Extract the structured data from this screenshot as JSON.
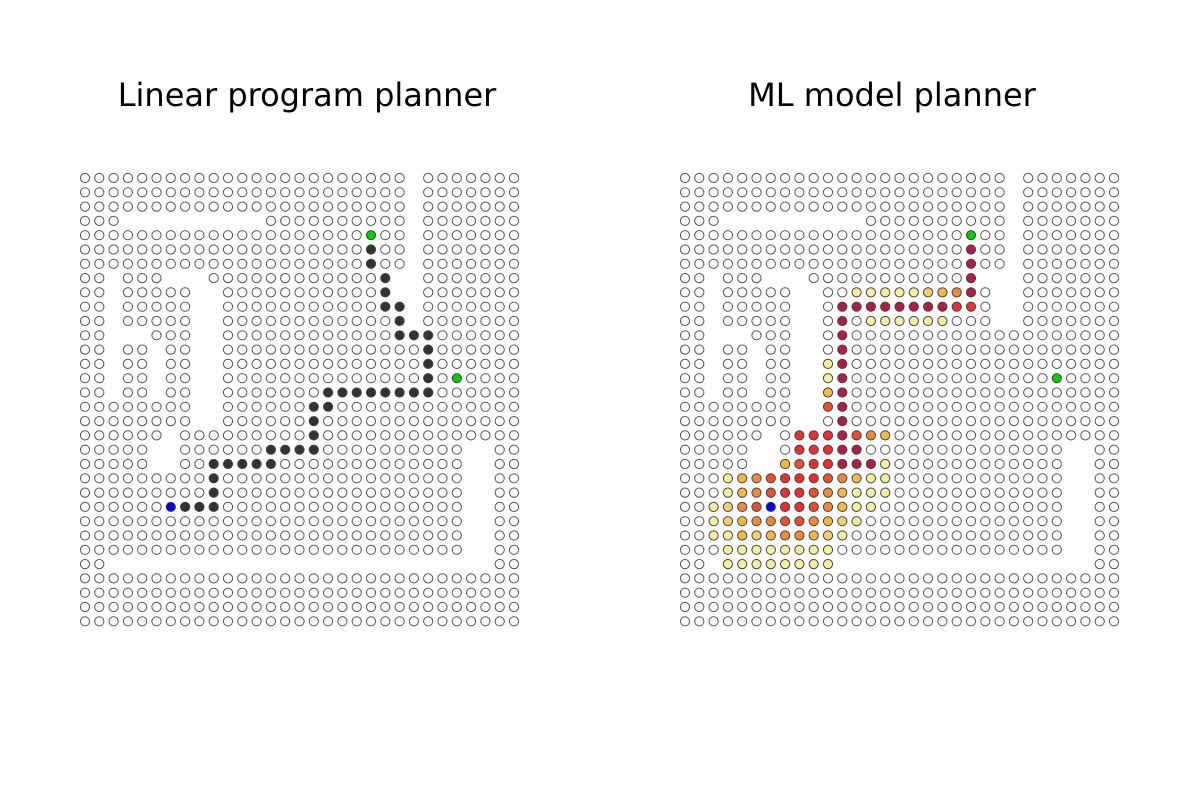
{
  "panels": [
    {
      "id": "left",
      "title": "Linear program planner",
      "start_color": "#0000ee",
      "goal_color": "#00cc00",
      "path_color": "#333333",
      "start": [
        23,
        6
      ],
      "goals": [
        [
          4,
          20
        ],
        [
          14,
          26
        ]
      ],
      "path": [
        [
          23,
          7
        ],
        [
          23,
          8
        ],
        [
          23,
          9
        ],
        [
          22,
          9
        ],
        [
          21,
          9
        ],
        [
          20,
          9
        ],
        [
          20,
          10
        ],
        [
          20,
          11
        ],
        [
          20,
          12
        ],
        [
          20,
          13
        ],
        [
          19,
          13
        ],
        [
          19,
          14
        ],
        [
          19,
          15
        ],
        [
          19,
          16
        ],
        [
          18,
          16
        ],
        [
          17,
          16
        ],
        [
          16,
          16
        ],
        [
          16,
          17
        ],
        [
          15,
          17
        ],
        [
          15,
          18
        ],
        [
          15,
          19
        ],
        [
          15,
          20
        ],
        [
          15,
          21
        ],
        [
          15,
          22
        ],
        [
          15,
          23
        ],
        [
          15,
          24
        ],
        [
          14,
          24
        ],
        [
          13,
          24
        ],
        [
          12,
          24
        ],
        [
          11,
          24
        ],
        [
          11,
          23
        ],
        [
          11,
          22
        ],
        [
          10,
          22
        ],
        [
          9,
          22
        ],
        [
          9,
          21
        ],
        [
          8,
          21
        ],
        [
          7,
          21
        ],
        [
          6,
          20
        ],
        [
          5,
          20
        ]
      ]
    },
    {
      "id": "right",
      "title": "ML model planner",
      "start_color": "#0000ee",
      "goal_color": "#00cc00",
      "start": [
        23,
        6
      ],
      "goals": [
        [
          4,
          20
        ],
        [
          14,
          26
        ]
      ],
      "heat": [
        [
          5,
          20,
          "#b01e46"
        ],
        [
          6,
          20,
          "#b01e46"
        ],
        [
          7,
          20,
          "#b01e46"
        ],
        [
          8,
          20,
          "#b01e46"
        ],
        [
          9,
          20,
          "#e83030"
        ],
        [
          8,
          19,
          "#f08a38"
        ],
        [
          9,
          19,
          "#e83030"
        ],
        [
          9,
          18,
          "#b01e46"
        ],
        [
          9,
          17,
          "#b01e46"
        ],
        [
          9,
          16,
          "#b01e46"
        ],
        [
          9,
          15,
          "#b01e46"
        ],
        [
          9,
          14,
          "#b01e46"
        ],
        [
          9,
          13,
          "#b01e46"
        ],
        [
          9,
          12,
          "#b01e46"
        ],
        [
          9,
          11,
          "#b01e46"
        ],
        [
          8,
          18,
          "#f5b942"
        ],
        [
          8,
          17,
          "#f6d070"
        ],
        [
          8,
          16,
          "#faf0a0"
        ],
        [
          8,
          15,
          "#faf0a0"
        ],
        [
          8,
          14,
          "#faf0a0"
        ],
        [
          8,
          13,
          "#faf0a0"
        ],
        [
          8,
          12,
          "#faf0a0"
        ],
        [
          10,
          13,
          "#faf0a0"
        ],
        [
          10,
          14,
          "#faf0a0"
        ],
        [
          10,
          15,
          "#faf0a0"
        ],
        [
          10,
          16,
          "#faf0a0"
        ],
        [
          10,
          17,
          "#faf0a0"
        ],
        [
          10,
          18,
          "#faf0a0"
        ],
        [
          9,
          11,
          "#b01e46"
        ],
        [
          10,
          11,
          "#b01e46"
        ],
        [
          11,
          11,
          "#b01e46"
        ],
        [
          12,
          11,
          "#b01e46"
        ],
        [
          13,
          11,
          "#b01e46"
        ],
        [
          14,
          11,
          "#b01e46"
        ],
        [
          15,
          11,
          "#b01e46"
        ],
        [
          16,
          11,
          "#b01e46"
        ],
        [
          17,
          11,
          "#b01e46"
        ],
        [
          18,
          11,
          "#b01e46"
        ],
        [
          19,
          11,
          "#b01e46"
        ],
        [
          20,
          11,
          "#b01e46"
        ],
        [
          13,
          10,
          "#faf0a0"
        ],
        [
          14,
          10,
          "#faf0a0"
        ],
        [
          15,
          10,
          "#f5b942"
        ],
        [
          16,
          10,
          "#e85030"
        ],
        [
          18,
          8,
          "#e83030"
        ],
        [
          18,
          9,
          "#e83030"
        ],
        [
          18,
          10,
          "#e83030"
        ],
        [
          18,
          12,
          "#e85030"
        ],
        [
          18,
          13,
          "#f08a38"
        ],
        [
          18,
          14,
          "#f5b942"
        ],
        [
          19,
          8,
          "#e83030"
        ],
        [
          19,
          9,
          "#e83030"
        ],
        [
          19,
          10,
          "#e83030"
        ],
        [
          19,
          12,
          "#b01e46"
        ],
        [
          20,
          7,
          "#f5b942"
        ],
        [
          20,
          8,
          "#e85030"
        ],
        [
          20,
          9,
          "#e83030"
        ],
        [
          20,
          10,
          "#e83030"
        ],
        [
          20,
          12,
          "#b01e46"
        ],
        [
          20,
          13,
          "#b01e46"
        ],
        [
          20,
          14,
          "#faf0a0"
        ],
        [
          21,
          3,
          "#faf0a0"
        ],
        [
          21,
          4,
          "#f5b942"
        ],
        [
          21,
          5,
          "#f08a38"
        ],
        [
          21,
          6,
          "#e85030"
        ],
        [
          21,
          7,
          "#e83030"
        ],
        [
          21,
          8,
          "#e83030"
        ],
        [
          21,
          9,
          "#e83030"
        ],
        [
          21,
          10,
          "#e85030"
        ],
        [
          21,
          11,
          "#f08a38"
        ],
        [
          21,
          12,
          "#f5b942"
        ],
        [
          21,
          13,
          "#faf0a0"
        ],
        [
          21,
          14,
          "#faf0a0"
        ],
        [
          22,
          3,
          "#faf0a0"
        ],
        [
          22,
          4,
          "#f5b942"
        ],
        [
          22,
          5,
          "#f08a38"
        ],
        [
          22,
          6,
          "#e85030"
        ],
        [
          22,
          7,
          "#e83030"
        ],
        [
          22,
          8,
          "#e83030"
        ],
        [
          22,
          9,
          "#e85030"
        ],
        [
          22,
          10,
          "#f08a38"
        ],
        [
          22,
          11,
          "#f5b942"
        ],
        [
          22,
          12,
          "#faf0a0"
        ],
        [
          22,
          13,
          "#faf0a0"
        ],
        [
          22,
          14,
          "#faf0a0"
        ],
        [
          23,
          2,
          "#faf0a0"
        ],
        [
          23,
          3,
          "#f6d070"
        ],
        [
          23,
          4,
          "#f08a38"
        ],
        [
          23,
          5,
          "#e85030"
        ],
        [
          23,
          7,
          "#e83030"
        ],
        [
          23,
          8,
          "#e83030"
        ],
        [
          23,
          9,
          "#e85030"
        ],
        [
          23,
          10,
          "#f08a38"
        ],
        [
          23,
          11,
          "#f5b942"
        ],
        [
          23,
          12,
          "#faf0a0"
        ],
        [
          23,
          13,
          "#faf0a0"
        ],
        [
          24,
          2,
          "#faf0a0"
        ],
        [
          24,
          3,
          "#f6d070"
        ],
        [
          24,
          4,
          "#f5b942"
        ],
        [
          24,
          5,
          "#f08a38"
        ],
        [
          24,
          6,
          "#f08a38"
        ],
        [
          24,
          7,
          "#e85030"
        ],
        [
          24,
          8,
          "#e85030"
        ],
        [
          24,
          9,
          "#f08a38"
        ],
        [
          24,
          10,
          "#f5b942"
        ],
        [
          24,
          11,
          "#f6d070"
        ],
        [
          24,
          12,
          "#faf0a0"
        ],
        [
          25,
          2,
          "#faf0a0"
        ],
        [
          25,
          3,
          "#faf0a0"
        ],
        [
          25,
          4,
          "#f5b942"
        ],
        [
          25,
          5,
          "#f6d070"
        ],
        [
          25,
          6,
          "#f5b942"
        ],
        [
          25,
          7,
          "#f08a38"
        ],
        [
          25,
          8,
          "#f08a38"
        ],
        [
          25,
          9,
          "#f5b942"
        ],
        [
          25,
          10,
          "#f6d070"
        ],
        [
          25,
          11,
          "#faf0a0"
        ],
        [
          26,
          3,
          "#faf0a0"
        ],
        [
          26,
          4,
          "#faf0a0"
        ],
        [
          26,
          5,
          "#faf0a0"
        ],
        [
          26,
          6,
          "#faf0a0"
        ],
        [
          26,
          7,
          "#faf0a0"
        ],
        [
          26,
          8,
          "#faf0a0"
        ],
        [
          26,
          9,
          "#faf0a0"
        ],
        [
          26,
          10,
          "#faf0a0"
        ],
        [
          27,
          3,
          "#faf0a0"
        ],
        [
          27,
          4,
          "#faf0a0"
        ],
        [
          27,
          5,
          "#faf0a0"
        ],
        [
          27,
          6,
          "#faf0a0"
        ],
        [
          27,
          7,
          "#faf0a0"
        ],
        [
          27,
          8,
          "#faf0a0"
        ],
        [
          27,
          9,
          "#faf0a0"
        ],
        [
          27,
          10,
          "#faf0a0"
        ]
      ]
    }
  ],
  "maze": [
    "1111111111111111111111101111111",
    "1111111111111111111111101111111",
    "1111111111111111111111101111111",
    "1110000000000111111111101111111",
    "1111111111111111111111101111111",
    "1111111111111111111111101111111",
    "1111111111111111111111101111111",
    "1101110001111111111110001111111",
    "1101111100111111111111001111111",
    "1101111100111111111111001111111",
    "1101111100111111111111001111111",
    "1100011100111111111111111111111",
    "1101101100111111111111111111111",
    "1101101100111111111111111111111",
    "1101101100111111111111111111111",
    "1101101100111111111111111111111",
    "1111111100111111111111111111111",
    "1111111100111111111111111111111",
    "1111110111111111111111111111111",
    "1111100111111111111111111110011",
    "1111100111111111111111111110011",
    "1111111111111111111111111110011",
    "1111111111111111111111111110011",
    "1111111111111111111111111110011",
    "1111111111111111111111111110011",
    "1111111111111111111111111110011",
    "1111111111111111111111111110011",
    "1100000000000000000000000000011",
    "1111111111111111111111111111111",
    "1111111111111111111111111111111",
    "1111111111111111111111111111111",
    "1111111111111111111111111111111"
  ]
}
